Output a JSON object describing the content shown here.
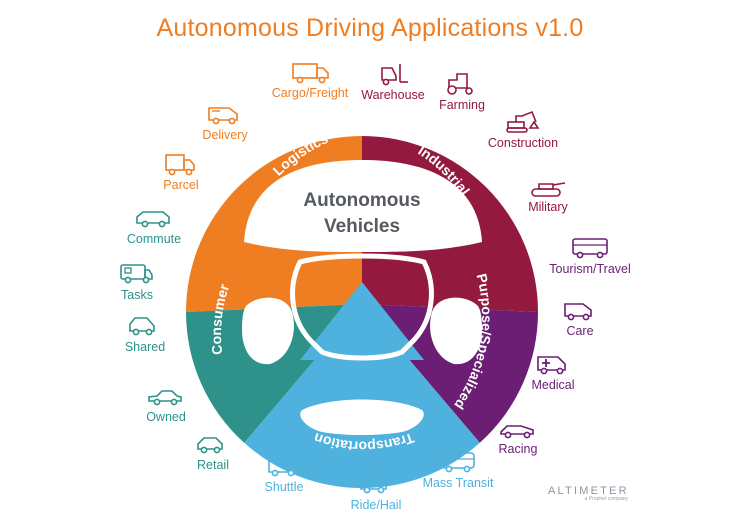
{
  "title": "Autonomous Driving Applications v1.0",
  "center": {
    "line1": "Autonomous",
    "line2": "Vehicles"
  },
  "segments": [
    {
      "label": "Logistics",
      "color": "#ef7d22"
    },
    {
      "label": "Industrial",
      "color": "#94193e"
    },
    {
      "label": "Purpose/Specialized",
      "color": "#6b1e74"
    },
    {
      "label": "Transportation",
      "color": "#4fb1dd"
    },
    {
      "label": "Consumer",
      "color": "#2e928a"
    }
  ],
  "applications": [
    {
      "label": "Cargo/Freight",
      "icon": "truck-icon",
      "color": "#ef7d22"
    },
    {
      "label": "Delivery",
      "icon": "delivery-van-icon",
      "color": "#ef7d22"
    },
    {
      "label": "Parcel",
      "icon": "parcel-truck-icon",
      "color": "#ef7d22"
    },
    {
      "label": "Warehouse",
      "icon": "forklift-icon",
      "color": "#94193e"
    },
    {
      "label": "Farming",
      "icon": "tractor-icon",
      "color": "#94193e"
    },
    {
      "label": "Construction",
      "icon": "excavator-icon",
      "color": "#94193e"
    },
    {
      "label": "Military",
      "icon": "tank-icon",
      "color": "#94193e"
    },
    {
      "label": "Tourism/Travel",
      "icon": "tour-bus-icon",
      "color": "#6b1e74"
    },
    {
      "label": "Care",
      "icon": "care-van-icon",
      "color": "#6b1e74"
    },
    {
      "label": "Medical",
      "icon": "ambulance-icon",
      "color": "#6b1e74"
    },
    {
      "label": "Racing",
      "icon": "race-car-icon",
      "color": "#6b1e74"
    },
    {
      "label": "Mass Transit",
      "icon": "bus-icon",
      "color": "#4fb1dd"
    },
    {
      "label": "Ride/Hail",
      "icon": "taxi-icon",
      "color": "#4fb1dd"
    },
    {
      "label": "Shuttle",
      "icon": "shuttle-icon",
      "color": "#4fb1dd"
    },
    {
      "label": "Retail",
      "icon": "compact-car-icon",
      "color": "#2e928a"
    },
    {
      "label": "Owned",
      "icon": "sedan-icon",
      "color": "#2e928a"
    },
    {
      "label": "Shared",
      "icon": "hatchback-icon",
      "color": "#2e928a"
    },
    {
      "label": "Tasks",
      "icon": "camper-icon",
      "color": "#2e928a"
    },
    {
      "label": "Commute",
      "icon": "wagon-icon",
      "color": "#2e928a"
    }
  ],
  "logo": {
    "name": "ALTIMETER",
    "tagline": "a Prophet company"
  }
}
